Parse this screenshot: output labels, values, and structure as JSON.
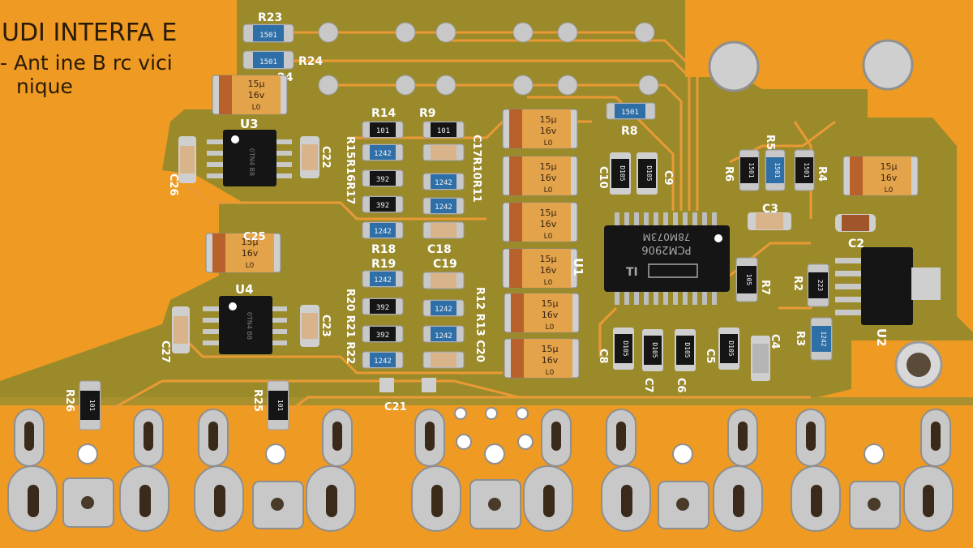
{
  "photo": {
    "colors": {
      "board_orange": "#ef9a22",
      "solder_mask_olive": "#9a8a2a",
      "silkscreen": "#ffffff",
      "tin": "#c8c8c8",
      "chip_black": "#151515",
      "resistor_blue": "#2f6fa8",
      "tantalum_body": "#e3a34a",
      "tantalum_band": "#b8612a"
    },
    "panel_text": {
      "line1": "UDI   INTERFA  E",
      "line2": "- Ant  ine B  rc  vici",
      "line3": "nique"
    },
    "chips": [
      {
        "ref": "U3",
        "marking": "0TN4 B8"
      },
      {
        "ref": "U4",
        "marking": "0TN4 B8"
      },
      {
        "ref": "U1",
        "marking_line1": "PCM2906",
        "marking_line2": "78M073M",
        "logo": "TI"
      },
      {
        "ref": "U2",
        "marking": ""
      }
    ],
    "silkscreen_labels": {
      "r23": "R23",
      "r24": "R24",
      "c24": "24",
      "r14": "R14",
      "r9": "R9",
      "r8": "R8",
      "c26": "C26",
      "c22": "C22",
      "c25": "C25",
      "c27": "C27",
      "c23": "C23",
      "r15r16r17": "R15R16R17",
      "c17r10r11": "C17R10R11",
      "r18": "R18",
      "c18": "C18",
      "r19": "R19",
      "c19": "C19",
      "r20r21r22": "R20 R21 R22",
      "r12r13c20": "R12 R13 C20",
      "c10": "C10",
      "c9": "C9",
      "c3": "C3",
      "c2": "C2",
      "r6": "R6",
      "r5": "R5",
      "r4": "R4",
      "r7": "R7",
      "r2": "R2",
      "r3": "R3",
      "c8": "C8",
      "c7": "C7",
      "c6": "C6",
      "c5": "C5",
      "c4": "C4",
      "c21": "C21",
      "r26": "R26",
      "r25": "R25"
    },
    "resistor_markings": {
      "r23": "1501",
      "r24": "1501",
      "r14": "101",
      "r9": "101",
      "r8": "1501",
      "r15": "1242",
      "r16": "392",
      "r17": "392",
      "r10": "1242",
      "r11": "1242",
      "r18": "1242",
      "r19": "1242",
      "r20": "392",
      "r21": "392",
      "r12": "1242",
      "r13": "1242",
      "r22": "1242",
      "r5": "1501",
      "r6": "1501",
      "r4": "1501",
      "r7": "105",
      "r2": "223",
      "r3": "1242",
      "r26": "101",
      "r25": "101"
    },
    "tantalum_caps": {
      "top_line": "15µ",
      "mid_line": "16v",
      "bottom_line": "L0"
    },
    "ceramic_caps": {
      "c10": "D105",
      "c9": "D105",
      "c8": "D105",
      "c7": "D105",
      "c6": "D105",
      "c5": "D105"
    }
  }
}
